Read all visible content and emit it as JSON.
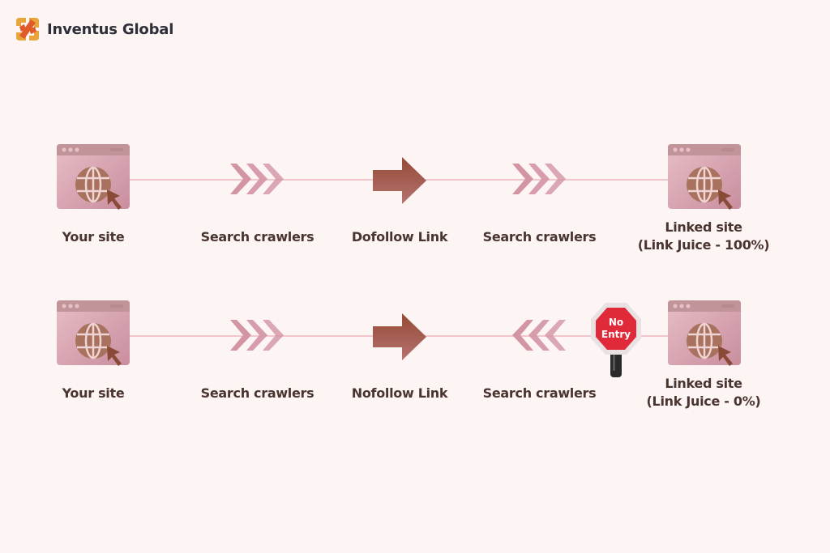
{
  "brand": {
    "name": "Inventus Global",
    "colors": {
      "orange": "#e8a53a",
      "red": "#e05a2a",
      "text": "#2f2f3a"
    }
  },
  "colors": {
    "background": "#fcf5f4",
    "line": "#f1c6cb",
    "browser_frame": "#c9909e",
    "browser_header": "#b98a86",
    "globe": "#a8725e",
    "cursor": "#8a4a38",
    "chevron": "#d394a4",
    "arrow": "#9a5040",
    "stop_red": "#e02a3a",
    "label": "#4a3430"
  },
  "rows": [
    {
      "id": "dofollow",
      "your_site": "Your site",
      "crawler_left": "Search crawlers",
      "link_type": "Dofollow Link",
      "crawler_right": "Search crawlers",
      "crawler_right_direction": "forward",
      "linked_site": "Linked site",
      "link_juice": "(Link Juice - 100%)",
      "blocked": false
    },
    {
      "id": "nofollow",
      "your_site": "Your site",
      "crawler_left": "Search crawlers",
      "link_type": "Nofollow Link",
      "crawler_right": "Search crawlers",
      "crawler_right_direction": "backward",
      "linked_site": "Linked site",
      "link_juice": "(Link Juice - 0%)",
      "blocked": true,
      "stop_sign": {
        "line1": "No",
        "line2": "Entry"
      }
    }
  ]
}
